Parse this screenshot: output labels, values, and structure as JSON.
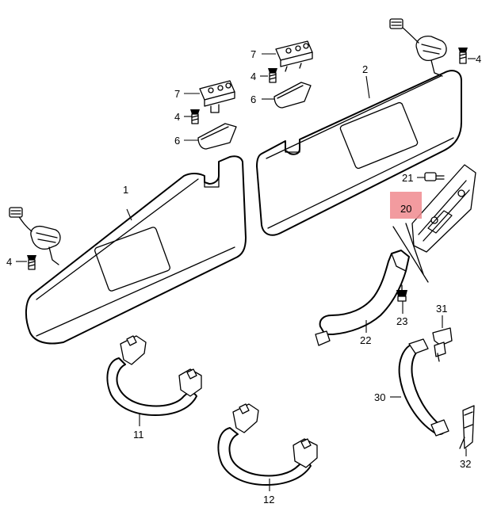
{
  "callouts": [
    {
      "id": "c1",
      "label": "1"
    },
    {
      "id": "c2",
      "label": "2"
    },
    {
      "id": "c4a",
      "label": "4"
    },
    {
      "id": "c4b",
      "label": "4"
    },
    {
      "id": "c4c",
      "label": "4"
    },
    {
      "id": "c4d",
      "label": "4"
    },
    {
      "id": "c6a",
      "label": "6"
    },
    {
      "id": "c6b",
      "label": "6"
    },
    {
      "id": "c7a",
      "label": "7"
    },
    {
      "id": "c7b",
      "label": "7"
    },
    {
      "id": "c11",
      "label": "11"
    },
    {
      "id": "c12",
      "label": "12"
    },
    {
      "id": "c20",
      "label": "20"
    },
    {
      "id": "c21",
      "label": "21"
    },
    {
      "id": "c22",
      "label": "22"
    },
    {
      "id": "c23",
      "label": "23"
    },
    {
      "id": "c30",
      "label": "30"
    },
    {
      "id": "c31",
      "label": "31"
    },
    {
      "id": "c32",
      "label": "32"
    }
  ],
  "highlight": {
    "callout": "20",
    "color": "#f08a8e"
  }
}
